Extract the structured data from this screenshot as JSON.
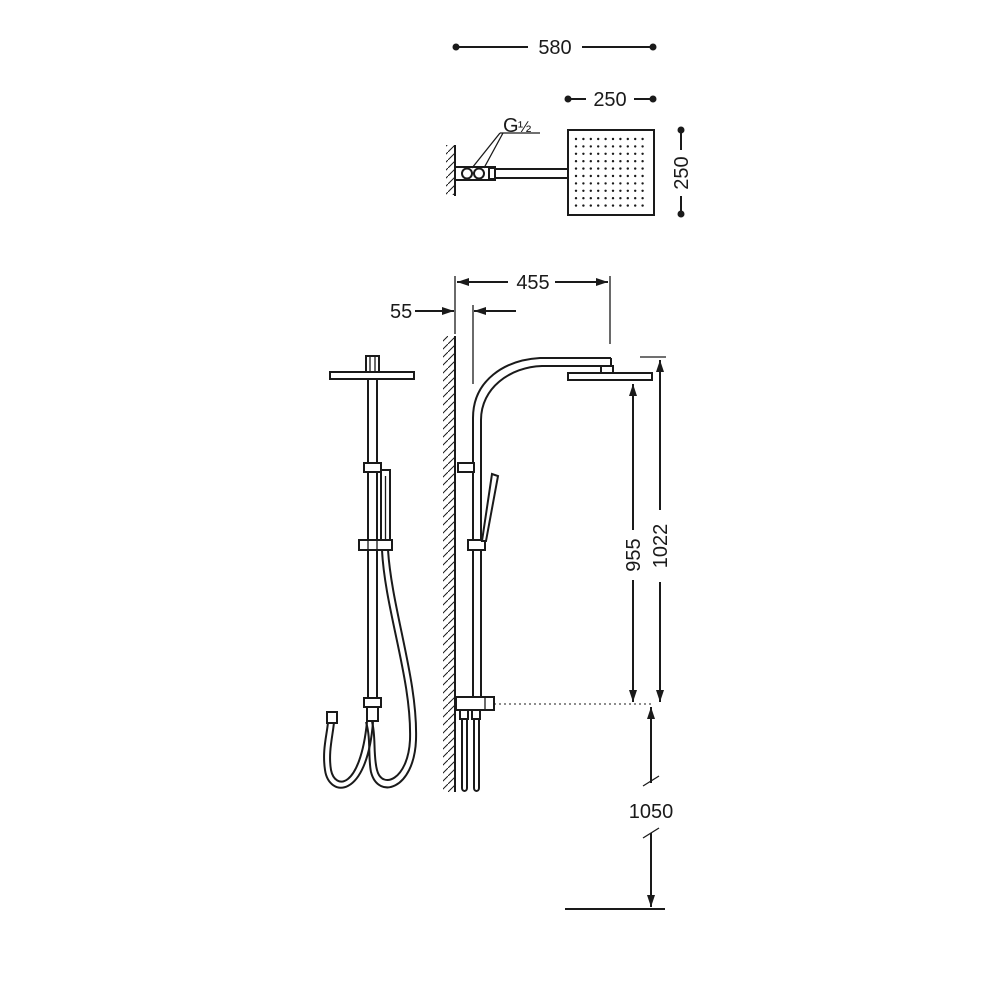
{
  "dimensions": {
    "top_width": "580",
    "head_width": "250",
    "head_depth": "250",
    "thread": "G",
    "thread_fraction": "½",
    "arm_reach": "455",
    "wall_offset": "55",
    "head_to_mixer": "955",
    "total_height": "1022",
    "floor_to_mixer": "1050"
  },
  "colors": {
    "line": "#1a1a1a",
    "background": "#ffffff"
  }
}
